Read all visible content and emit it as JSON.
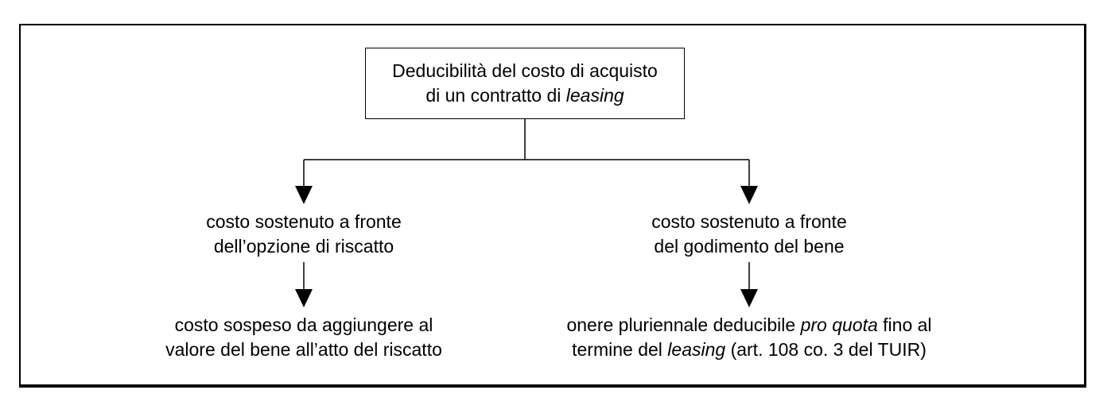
{
  "diagram": {
    "root": {
      "line1": "Deducibilità del costo di acquisto",
      "line2_prefix": "di un contratto di ",
      "line2_italic": "leasing"
    },
    "left_branch": {
      "node": {
        "line1": "costo sostenuto a fronte",
        "line2": "dell’opzione di riscatto"
      },
      "result": {
        "line1": "costo sospeso da aggiungere al",
        "line2": "valore del bene all’atto del riscatto"
      }
    },
    "right_branch": {
      "node": {
        "line1": "costo sostenuto a fronte",
        "line2": "del godimento del bene"
      },
      "result": {
        "line1_prefix": "onere pluriennale deducibile ",
        "line1_italic": "pro quota",
        "line1_suffix": " fino al",
        "line2_prefix": "termine del ",
        "line2_italic": "leasing",
        "line2_suffix": " (art. 108 co. 3 del TUIR)"
      }
    }
  }
}
